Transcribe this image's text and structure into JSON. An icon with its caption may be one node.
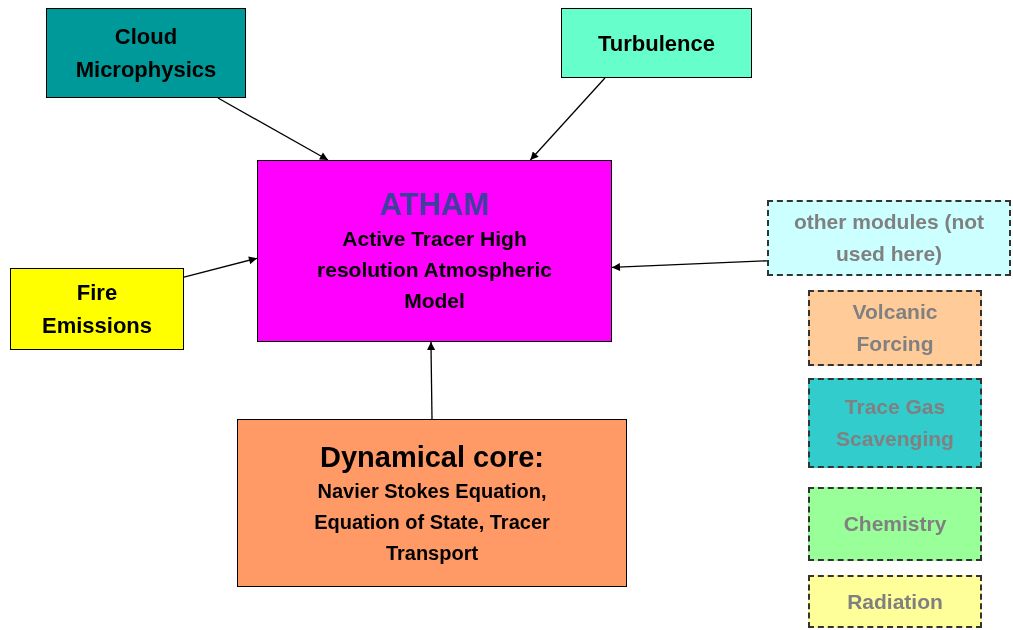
{
  "diagram": {
    "nodes": [
      {
        "text": [
          "Cloud Microphysics"
        ]
      },
      {
        "text": [
          "Turbulence"
        ]
      },
      {
        "text": [
          "ATHAM",
          "Active Tracer High resolution Atmospheric Model"
        ]
      },
      {
        "text": [
          "Fire Emissions"
        ]
      },
      {
        "text": [
          "Dynamical core:",
          "Navier Stokes Equation, Equation of State, Tracer Transport"
        ]
      },
      {
        "text": [
          "other modules (not used here)"
        ]
      },
      {
        "text": [
          "Volcanic Forcing"
        ]
      },
      {
        "text": [
          "Trace Gas Scavenging"
        ]
      },
      {
        "text": [
          "Chemistry"
        ]
      },
      {
        "text": [
          "Radiation"
        ]
      }
    ],
    "edges": [
      {
        "from": 0,
        "to": 2,
        "arrow": "to"
      },
      {
        "from": 1,
        "to": 2,
        "arrow": "to"
      },
      {
        "from": 3,
        "to": 2,
        "arrow": "to"
      },
      {
        "from": 4,
        "to": 2,
        "arrow": "to"
      },
      {
        "from": 5,
        "to": 2,
        "arrow": "to"
      }
    ]
  }
}
